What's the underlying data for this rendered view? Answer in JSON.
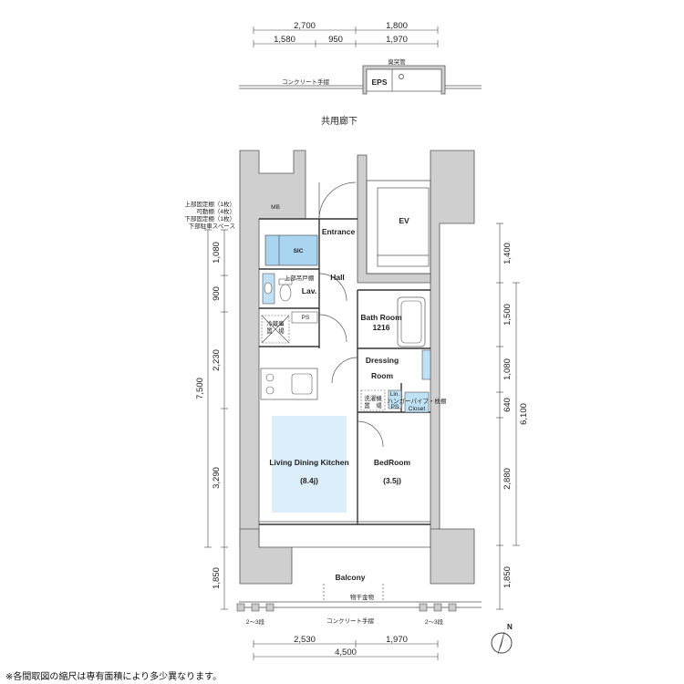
{
  "dimensions": {
    "top_row1": [
      "2,700",
      "1,800"
    ],
    "top_row2": [
      "1,580",
      "950",
      "1,970"
    ],
    "left": [
      "1,080",
      "900",
      "2,230",
      "3,290",
      "1,850"
    ],
    "left_total": "7,500",
    "right": [
      "1,400",
      "1,500",
      "1,080",
      "640",
      "2,880",
      "1,850"
    ],
    "right_total": "6,100",
    "bottom_row1": [
      "2,530",
      "1,970"
    ],
    "bottom_total": "4,500"
  },
  "labels": {
    "exhaust_pipe": "臭突管",
    "eps": "EPS",
    "concrete_rail_top": "コンクリート手摺",
    "corridor": "共用廊下",
    "mb": "MB",
    "storage_note": [
      "上部固定棚（1枚）",
      "可動棚（4枚）",
      "下部固定棚（1枚）",
      "下部駐車スペース"
    ],
    "entrance": "Entrance",
    "sic": "SIC",
    "hall": "Hall",
    "upper_cabinet": "上部吊戸棚",
    "lav": "Lav.",
    "ps": "PS",
    "fridge_place": [
      "冷蔵庫",
      "置　場"
    ],
    "bath_room": "Bath Room",
    "bath_size": "1216",
    "dressing": "Dressing",
    "room": "Room",
    "washer_place": [
      "洗濯機",
      "置　場"
    ],
    "lin": "Lin.",
    "closet": "Closet",
    "closet_note": "ハンガーパイプ・枕棚",
    "ev": "EV",
    "ldk": "Living Dining Kitchen",
    "ldk_size": "(8.4j)",
    "bedroom": "BedRoom",
    "bedroom_size": "(3.5j)",
    "balcony": "Balcony",
    "drying_hardware": "物干金物",
    "concrete_rail_bottom": "コンクリート手摺",
    "rail_step_left": "2～3段",
    "rail_step_right": "2～3段",
    "north": "N"
  },
  "note": "※各間取図の縮尺は専有面積により多少異なります。",
  "colors": {
    "sic": "#a9d5f0",
    "ldk_highlight": "#dceefa",
    "fixture": "#bfe1f5"
  }
}
